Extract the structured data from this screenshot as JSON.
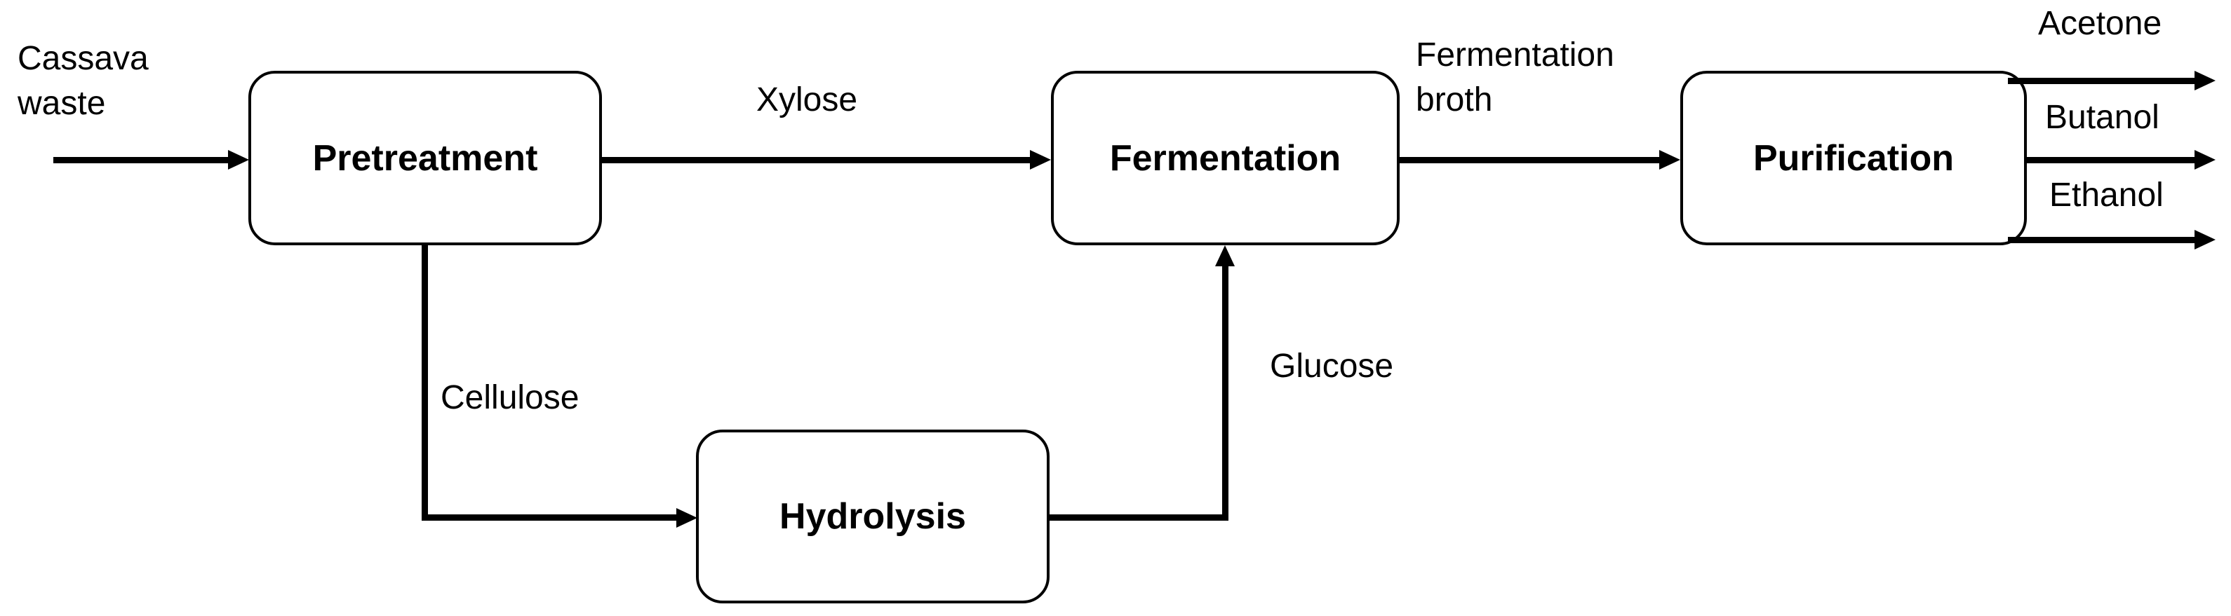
{
  "colors": {
    "background": "#ffffff",
    "stroke": "#000000",
    "text": "#000000"
  },
  "nodes": {
    "pretreatment": "Pretreatment",
    "fermentation": "Fermentation",
    "purification": "Purification",
    "hydrolysis": "Hydrolysis"
  },
  "streams": {
    "input": "Cassava waste",
    "xylose": "Xylose",
    "broth": "Fermentation broth",
    "cellulose": "Cellulose",
    "glucose": "Glucose",
    "acetone": "Acetone",
    "butanol": "Butanol",
    "ethanol": "Ethanol"
  },
  "edges": [
    {
      "from": "feed",
      "to": "pretreatment",
      "label": "Cassava waste"
    },
    {
      "from": "pretreatment",
      "to": "fermentation",
      "label": "Xylose"
    },
    {
      "from": "pretreatment",
      "to": "hydrolysis",
      "label": "Cellulose"
    },
    {
      "from": "hydrolysis",
      "to": "fermentation",
      "label": "Glucose"
    },
    {
      "from": "fermentation",
      "to": "purification",
      "label": "Fermentation broth"
    },
    {
      "from": "purification",
      "to": "product",
      "label": "Acetone"
    },
    {
      "from": "purification",
      "to": "product",
      "label": "Butanol"
    },
    {
      "from": "purification",
      "to": "product",
      "label": "Ethanol"
    }
  ]
}
